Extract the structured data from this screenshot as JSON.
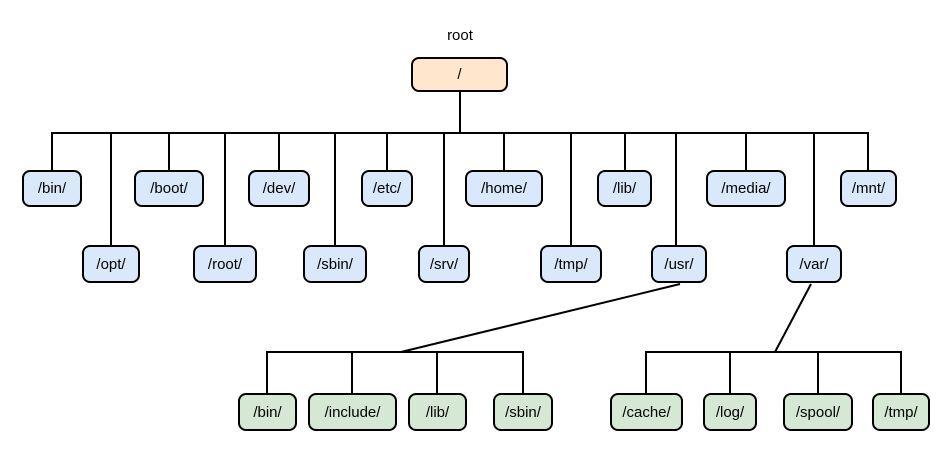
{
  "diagram": {
    "caption": "root",
    "root_node": {
      "label": "/"
    },
    "level1_nodes": [
      {
        "label": "/bin/"
      },
      {
        "label": "/boot/"
      },
      {
        "label": "/dev/"
      },
      {
        "label": "/etc/"
      },
      {
        "label": "/home/"
      },
      {
        "label": "/lib/"
      },
      {
        "label": "/media/"
      },
      {
        "label": "/mnt/"
      },
      {
        "label": "/opt/"
      },
      {
        "label": "/root/"
      },
      {
        "label": "/sbin/"
      },
      {
        "label": "/srv/"
      },
      {
        "label": "/tmp/"
      },
      {
        "label": "/usr/"
      },
      {
        "label": "/var/"
      }
    ],
    "usr_children": [
      {
        "label": "/bin/"
      },
      {
        "label": "/include/"
      },
      {
        "label": "/lib/"
      },
      {
        "label": "/sbin/"
      }
    ],
    "var_children": [
      {
        "label": "/cache/"
      },
      {
        "label": "/log/"
      },
      {
        "label": "/spool/"
      },
      {
        "label": "/tmp/"
      }
    ],
    "colors": {
      "root_fill": "#FFE6CC",
      "level1_fill": "#DAE8FC",
      "level2_fill": "#D5E8D4",
      "stroke": "#000000",
      "text": "#000000",
      "background": "#FFFFFF"
    }
  }
}
